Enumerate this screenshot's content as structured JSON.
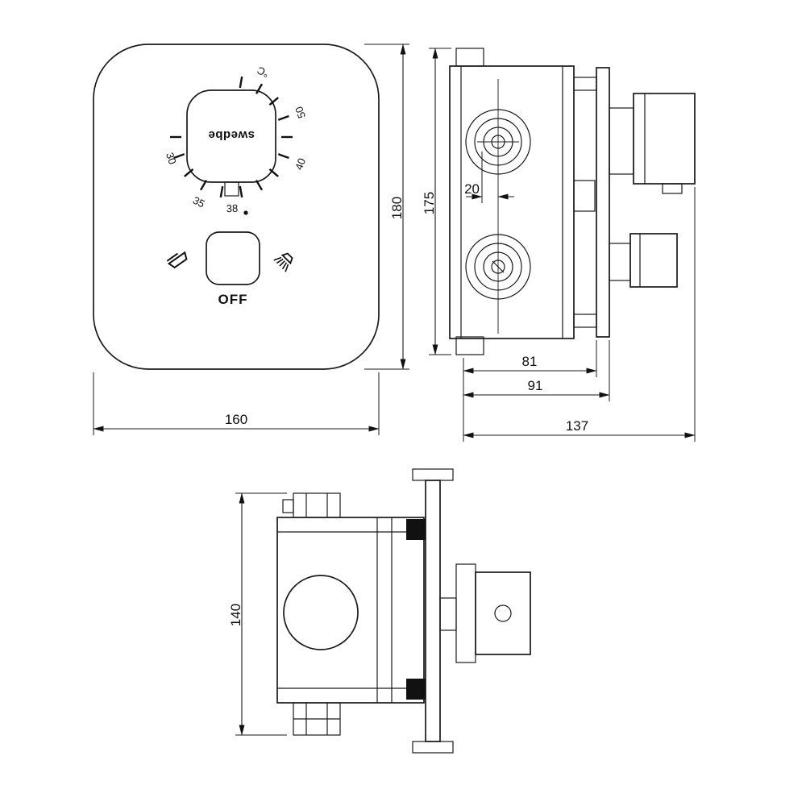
{
  "front_view": {
    "brand": "swedbe",
    "off_label": "OFF",
    "dial": {
      "unit": "°C",
      "labels": [
        "30",
        "35",
        "38",
        "40",
        "50"
      ]
    }
  },
  "dimensions": {
    "front_width": "160",
    "front_height": "180",
    "side_height": "175",
    "port_offset": "20",
    "body_depth": "81",
    "with_flange_depth": "91",
    "overall_depth": "137",
    "bottom_height": "140"
  }
}
